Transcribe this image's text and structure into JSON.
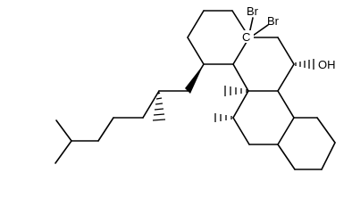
{
  "molecule": {
    "atom_labels": {
      "br_top": "Br",
      "br_right": "Br",
      "c_center": "C",
      "hydroxyl": "OH"
    }
  }
}
